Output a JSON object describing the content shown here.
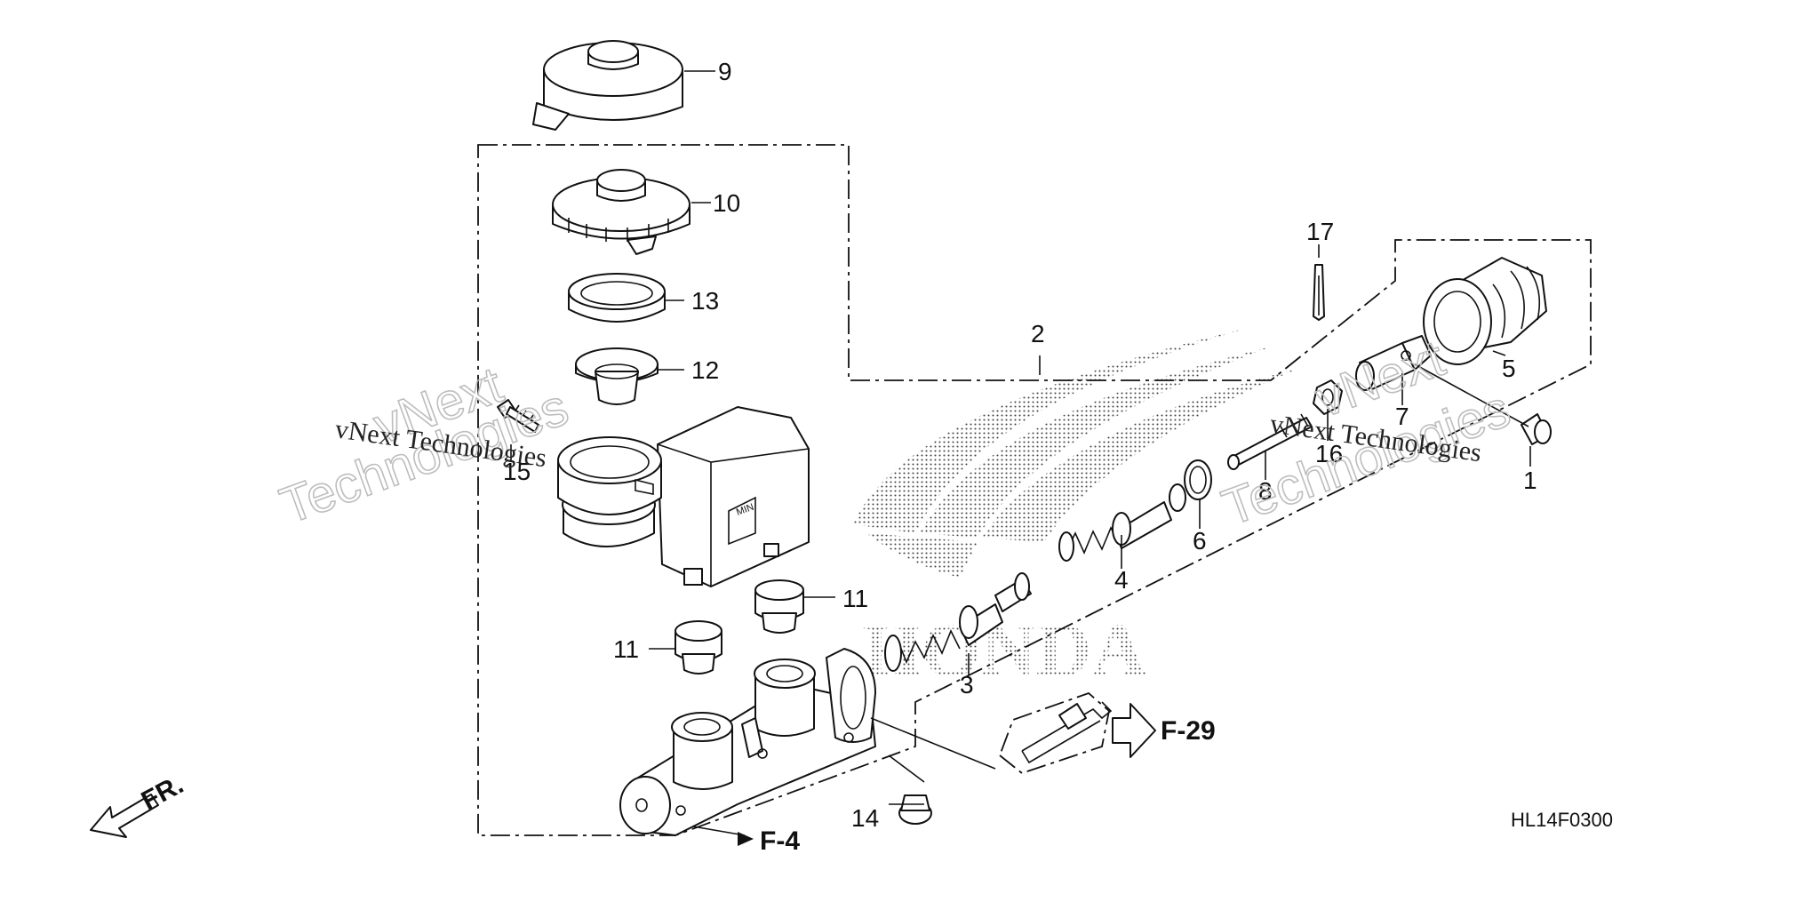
{
  "diagram_code": "HL14F0300",
  "brand_mark_text": "HONDA",
  "watermark": {
    "line1": "vNext Technologies",
    "line2": "vNext",
    "line3": "Technologies"
  },
  "direction_label": "FR.",
  "callouts": {
    "p1": "1",
    "p2": "2",
    "p3": "3",
    "p4": "4",
    "p5": "5",
    "p6": "6",
    "p7": "7",
    "p8": "8",
    "p9": "9",
    "p10": "10",
    "p11a": "11",
    "p11b": "11",
    "p12": "12",
    "p13": "13",
    "p14": "14",
    "p15": "15",
    "p16": "16",
    "p17": "17"
  },
  "references": {
    "f29": "F-29",
    "f4": "F-4"
  }
}
